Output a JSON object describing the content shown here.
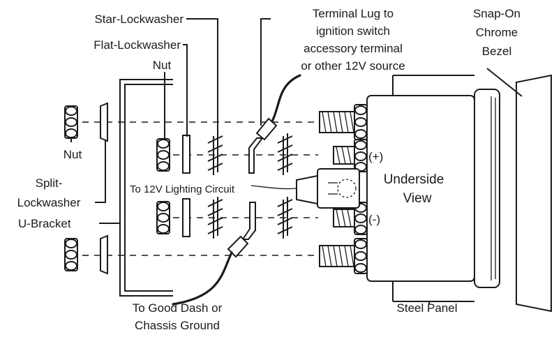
{
  "labels": {
    "star_lockwasher": "Star-Lockwasher",
    "flat_lockwasher": "Flat-Lockwasher",
    "nut_top": "Nut",
    "terminal_lug_1": "Terminal Lug to",
    "terminal_lug_2": "ignition switch",
    "terminal_lug_3": "accessory terminal",
    "terminal_lug_4": "or other 12V source",
    "bezel_1": "Snap-On",
    "bezel_2": "Chrome",
    "bezel_3": "Bezel",
    "nut_left": "Nut",
    "split_1": "Split-",
    "split_2": "Lockwasher",
    "u_bracket": "U-Bracket",
    "lighting": "To 12V Lighting Circuit",
    "underside_1": "Underside",
    "underside_2": "View",
    "plus": "(+)",
    "minus": "(-)",
    "steel_panel": "Steel Panel",
    "ground_1": "To Good Dash or",
    "ground_2": "Chassis Ground"
  },
  "colors": {
    "line": "#1a1a1a",
    "background": "#ffffff"
  }
}
